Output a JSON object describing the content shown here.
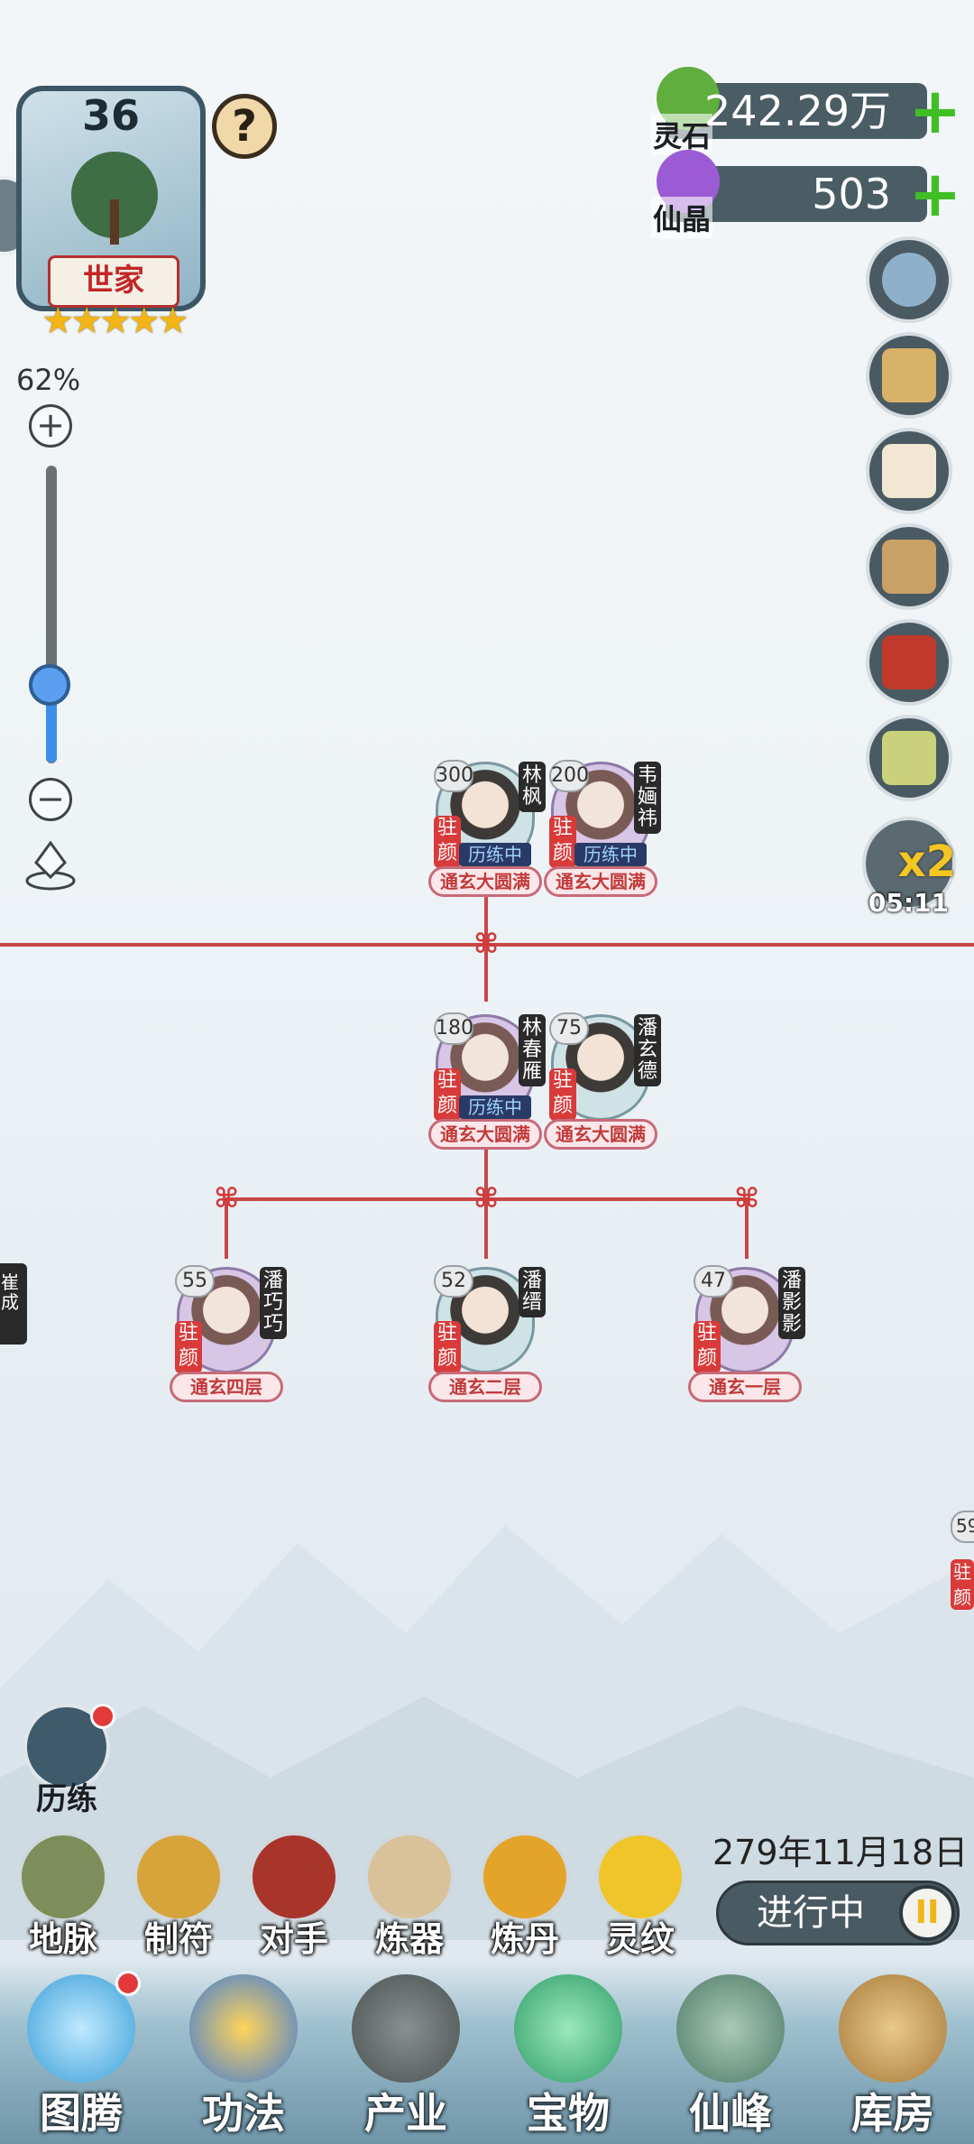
{
  "clan": {
    "level": "36",
    "rank": "世家",
    "stars": "★★★★★"
  },
  "help_label": "?",
  "zoom": {
    "percent": "62%",
    "plus": "+",
    "minus": "−",
    "level": 0.62
  },
  "currency": [
    {
      "name": "灵石",
      "value": "242.29万",
      "plus": "+",
      "color": "#5fae3e"
    },
    {
      "name": "仙晶",
      "value": "503",
      "plus": "+",
      "color": "#9b5bd4"
    }
  ],
  "side_buttons": [
    {
      "icon": "yin-yang-gear-icon"
    },
    {
      "icon": "scroll-map-icon"
    },
    {
      "icon": "letter-icon"
    },
    {
      "icon": "rolled-scroll-icon"
    },
    {
      "icon": "red-book-icon"
    },
    {
      "icon": "plaque-icon"
    }
  ],
  "speed": {
    "multiplier": "x2",
    "timer": "05:11"
  },
  "tree": {
    "gen1": [
      {
        "age": "300",
        "name": "林枫",
        "seal": "驻颜",
        "status": "历练中",
        "realm": "通玄大圆满",
        "gender": "male"
      },
      {
        "age": "200",
        "name": "韦婳祎",
        "seal": "驻颜",
        "status": "历练中",
        "realm": "通玄大圆满",
        "gender": "female"
      }
    ],
    "gen2": [
      {
        "age": "180",
        "name": "林春雁",
        "seal": "驻颜",
        "status": "历练中",
        "realm": "通玄大圆满",
        "gender": "female"
      },
      {
        "age": "75",
        "name": "潘玄德",
        "seal": "驻颜",
        "status": "",
        "realm": "通玄大圆满",
        "gender": "male"
      }
    ],
    "gen3": [
      {
        "age": "55",
        "name": "潘巧巧",
        "seal": "驻颜",
        "realm": "通玄四层",
        "gender": "female"
      },
      {
        "age": "52",
        "name": "潘缙",
        "seal": "驻颜",
        "realm": "通玄二层",
        "gender": "male"
      },
      {
        "age": "47",
        "name": "潘影影",
        "seal": "驻颜",
        "realm": "通玄一层",
        "gender": "female"
      }
    ],
    "edge_left": {
      "name": "崔成"
    },
    "edge_right": {
      "age": "59",
      "seal": "驻颜"
    }
  },
  "lilian": {
    "label": "历练"
  },
  "features": [
    {
      "label": "地脉",
      "icon": "earth-vein-icon"
    },
    {
      "label": "制符",
      "icon": "talisman-icon"
    },
    {
      "label": "对手",
      "icon": "rival-gate-icon"
    },
    {
      "label": "炼器",
      "icon": "forge-scroll-icon"
    },
    {
      "label": "炼丹",
      "icon": "alchemy-cauldron-icon"
    },
    {
      "label": "灵纹",
      "icon": "spirit-pattern-icon"
    }
  ],
  "game_date": "279年11月18日",
  "progress": {
    "label": "进行中",
    "pause": "II"
  },
  "nav": [
    {
      "label": "图腾",
      "icon": "totem-orb-icon"
    },
    {
      "label": "功法",
      "icon": "technique-flame-icon"
    },
    {
      "label": "产业",
      "icon": "industry-mountain-icon"
    },
    {
      "label": "宝物",
      "icon": "treasure-jade-icon"
    },
    {
      "label": "仙峰",
      "icon": "immortal-peak-icon"
    },
    {
      "label": "库房",
      "icon": "storage-bag-icon"
    }
  ]
}
